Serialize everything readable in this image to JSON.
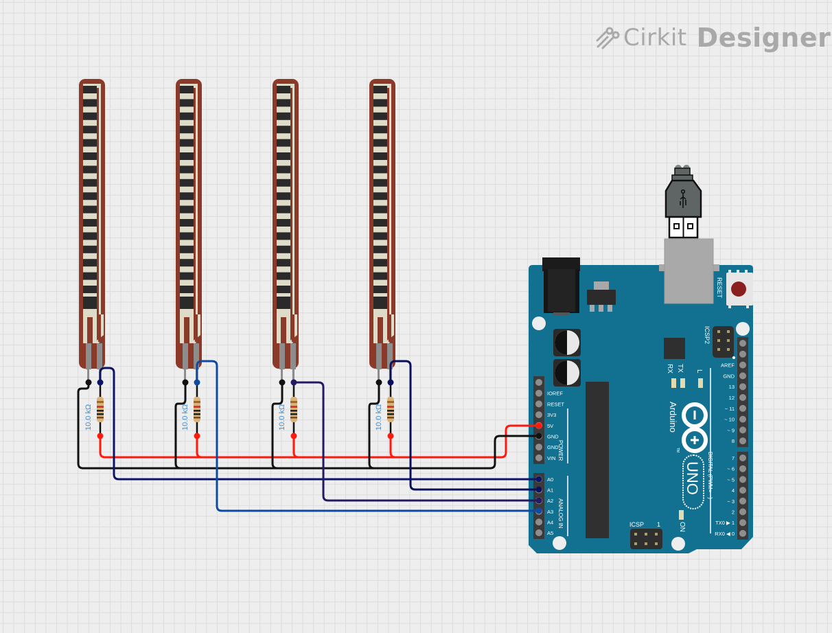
{
  "app": {
    "brand_prefix": "Cirkit",
    "brand_suffix": "Designer",
    "logo_icon": "circuit-traces-icon"
  },
  "components": {
    "flex_sensors": [
      {
        "id": "flex-sensor-1",
        "signal_pin": "A0"
      },
      {
        "id": "flex-sensor-2",
        "signal_pin": "A3"
      },
      {
        "id": "flex-sensor-3",
        "signal_pin": "A2"
      },
      {
        "id": "flex-sensor-4",
        "signal_pin": "A1"
      }
    ],
    "resistors": [
      {
        "label": "10.0 kΩ"
      },
      {
        "label": "10.0 kΩ"
      },
      {
        "label": "10.0 kΩ"
      },
      {
        "label": "10.0 kΩ"
      }
    ],
    "arduino": {
      "brand": "Arduino",
      "model": "UNO",
      "tm": "TM",
      "reset_label": "RESET",
      "icsp2_label": "ICSP2",
      "icsp_label": "ICSP",
      "icsp_pin1": "1",
      "led_labels": {
        "tx": "TX",
        "rx": "RX",
        "l": "L",
        "on": "ON"
      },
      "power_header_label": "POWER",
      "analog_header_label": "ANALOG IN",
      "digital_header_label": "DIGITAL (PWM= ~)",
      "power_pins": [
        "",
        "IOREF",
        "RESET",
        "3V3",
        "5V",
        "GND",
        "GND",
        "VIN"
      ],
      "analog_pins": [
        "A0",
        "A1",
        "A2",
        "A3",
        "A4",
        "A5"
      ],
      "digital_top_pins": [
        "",
        "",
        "AREF",
        "GND",
        "13",
        "12",
        "~ 11",
        "~ 10",
        "~ 9",
        "8"
      ],
      "digital_bottom_pins": [
        "7",
        "~ 6",
        "~ 5",
        "4",
        "~ 3",
        "2",
        "TX0 ▶ 1",
        "RX0 ◀ 0"
      ]
    }
  },
  "wires": {
    "colors": {
      "power": "#ff1a0d",
      "ground": "#111111",
      "a0": "#0d1466",
      "a1": "#0a0f5c",
      "a2": "#231a63",
      "a3": "#0f4aa0"
    }
  },
  "colors": {
    "board": "#127091",
    "flex_body": "#8b3a2a",
    "flex_stripe_dark": "#2a2a2a",
    "flex_stripe_light": "#dedcc8",
    "background": "#eeeeee"
  }
}
